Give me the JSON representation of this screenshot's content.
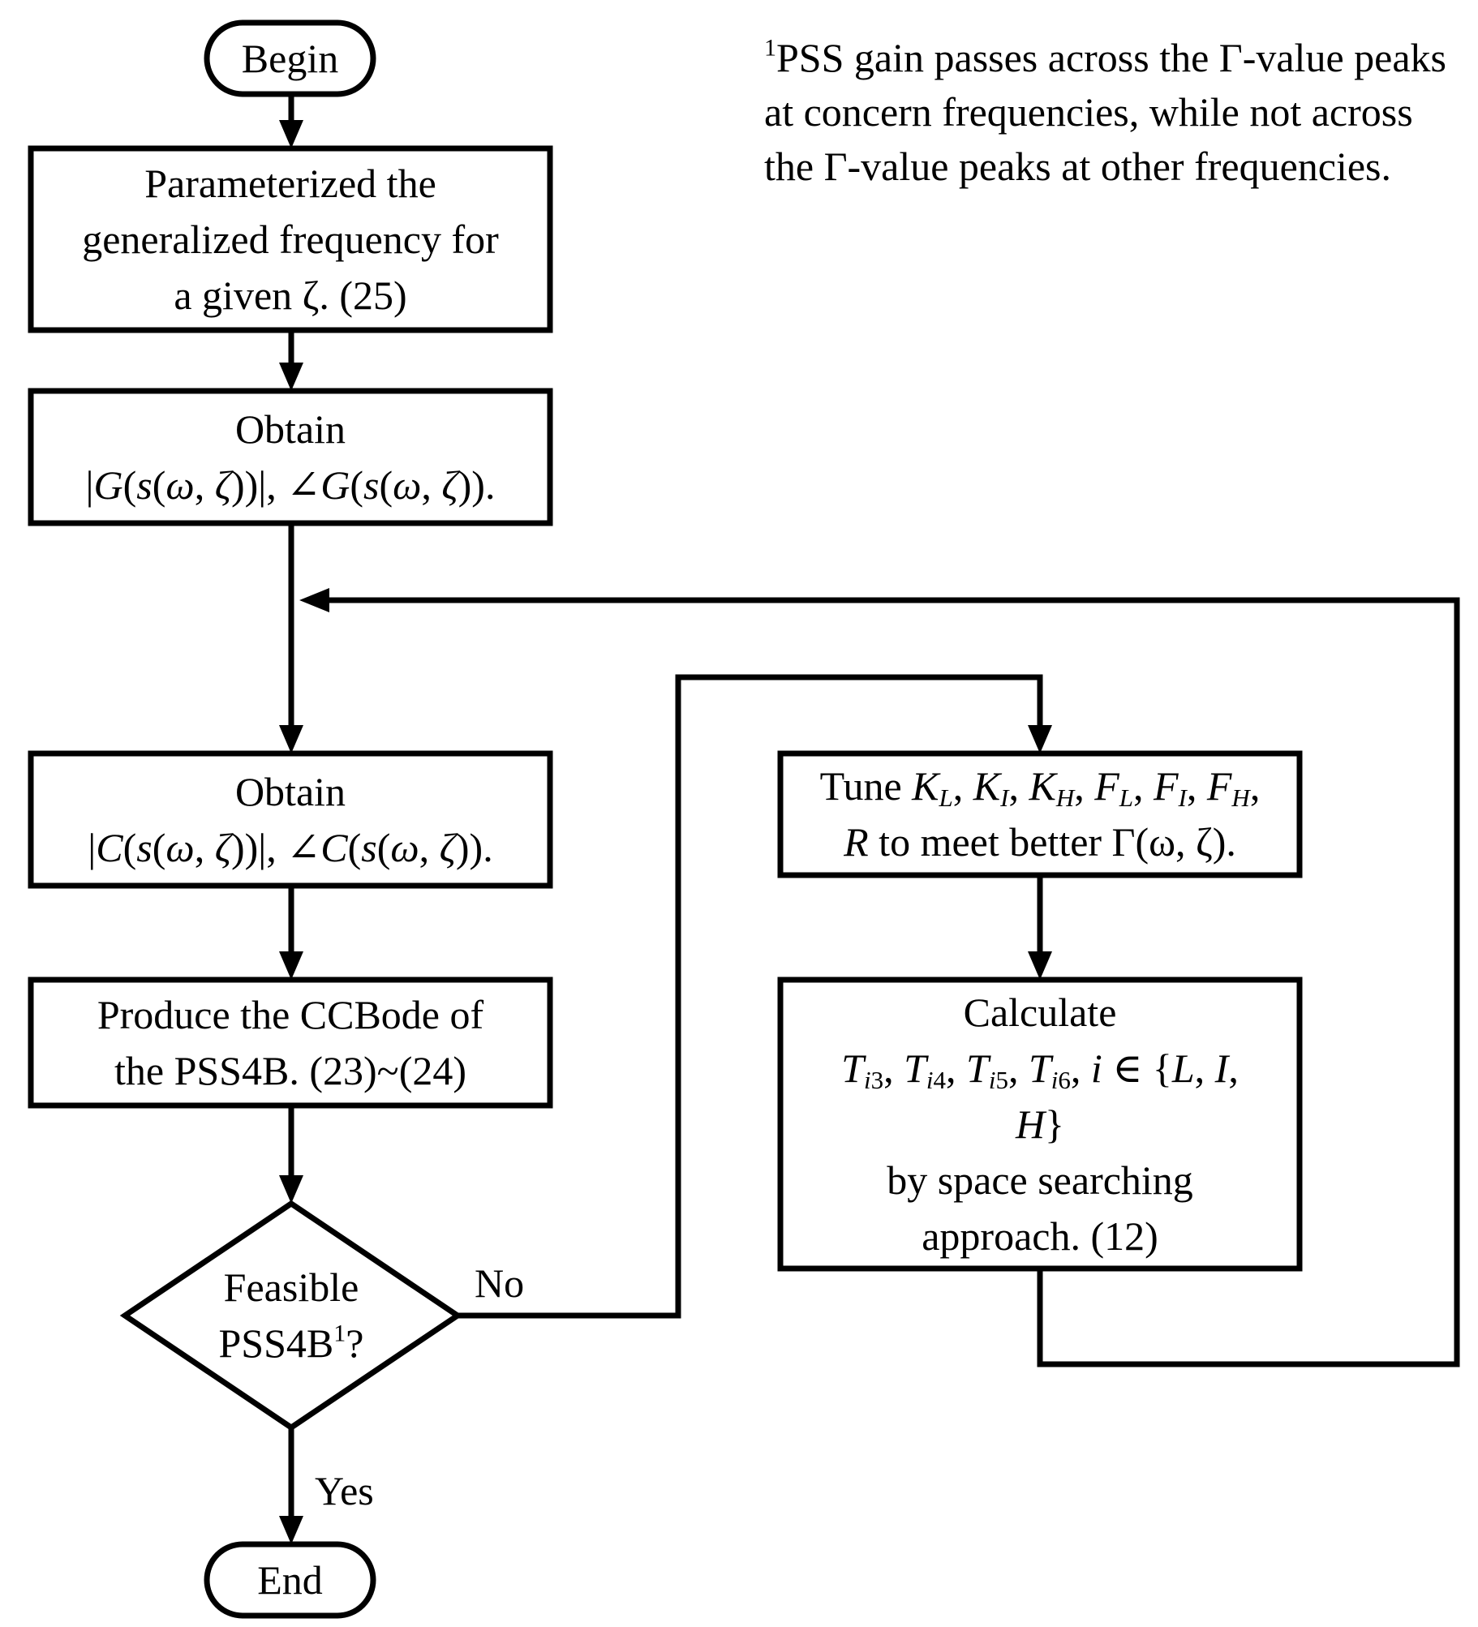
{
  "begin": "Begin",
  "end": "End",
  "step1": [
    "Parameterized the",
    "generalized frequency  for",
    "a given ζ. (25)"
  ],
  "step2_title": "Obtain",
  "step3_title": "Obtain",
  "step4": [
    "Produce the CCBode of",
    "the PSS4B. (23)~(24)"
  ],
  "decision": {
    "line1": "Feasible",
    "line2": "PSS4B",
    "marker": "1",
    "tail": "?"
  },
  "branch_no": "No",
  "branch_yes": "Yes",
  "tune": {
    "word": "Tune",
    "line2_text": " to meet better Γ(ω, ζ)."
  },
  "calc": {
    "title": "Calculate",
    "line4": "by space searching",
    "line5": "approach. (12)"
  },
  "footnote": {
    "marker": "1",
    "text": "PSS gain passes across the Γ-value peaks at concern frequencies, while not across the  Γ-value peaks at other frequencies."
  }
}
